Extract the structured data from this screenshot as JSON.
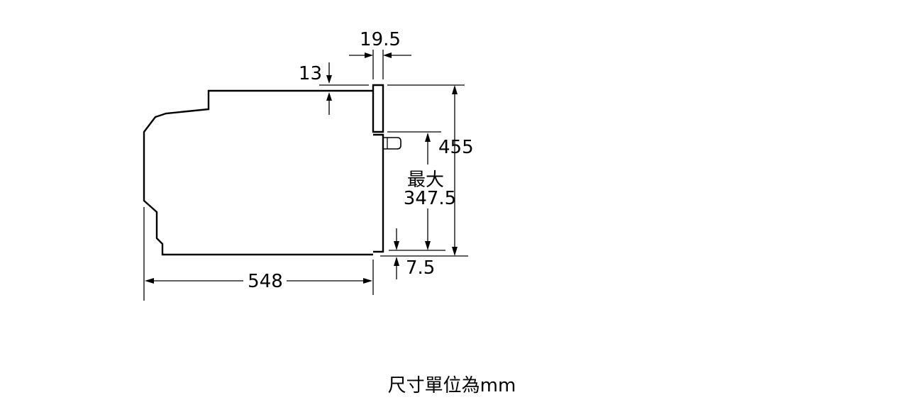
{
  "diagram": {
    "dimensions": {
      "panel_thickness": "19.5",
      "top_gap": "13",
      "total_height": "455",
      "max_label": "最大",
      "max_height": "347.5",
      "bottom_offset": "7.5",
      "depth": "548"
    },
    "unit_note": "尺寸單位為mm"
  }
}
